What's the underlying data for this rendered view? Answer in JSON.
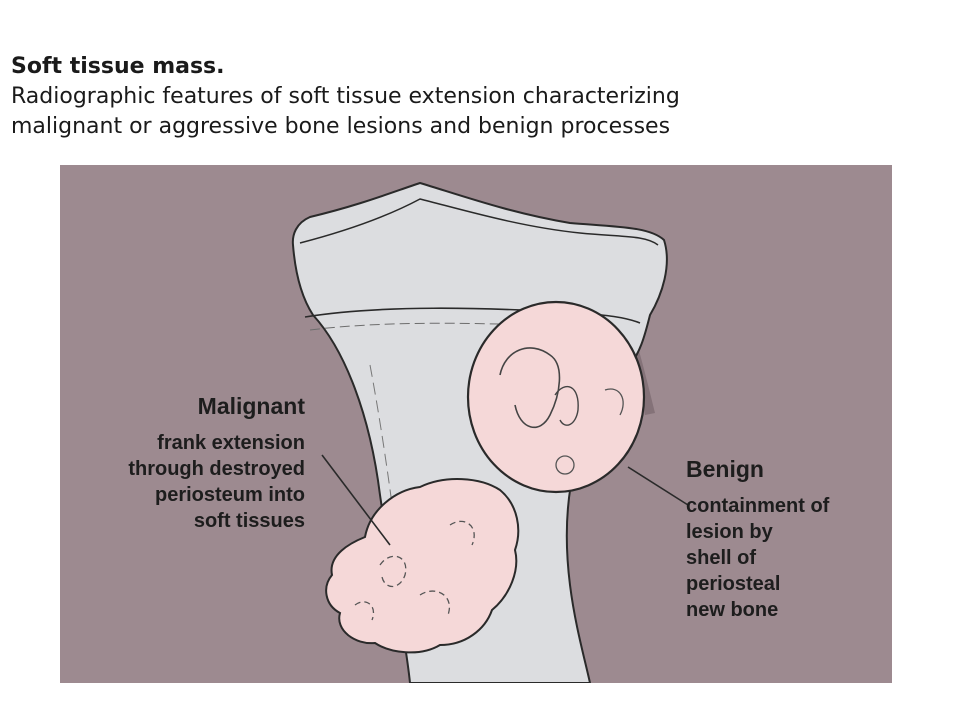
{
  "heading": {
    "title": "Soft tissue mass.",
    "line1": "Radiographic features of soft tissue extension characterizing",
    "line2": "malignant or aggressive bone lesions and benign processes"
  },
  "figure": {
    "malignant": {
      "label": "Malignant",
      "desc": [
        "frank extension",
        "through destroyed",
        "periosteum into",
        "soft tissues"
      ]
    },
    "benign": {
      "label": "Benign",
      "desc": [
        "containment of",
        "lesion by",
        "shell of",
        "periosteal",
        "new bone"
      ]
    }
  },
  "colors": {
    "background": "#9d8a90",
    "bone": "#dcdde0",
    "lesion": "#f5d8d8",
    "outline": "#2a2a2a"
  }
}
